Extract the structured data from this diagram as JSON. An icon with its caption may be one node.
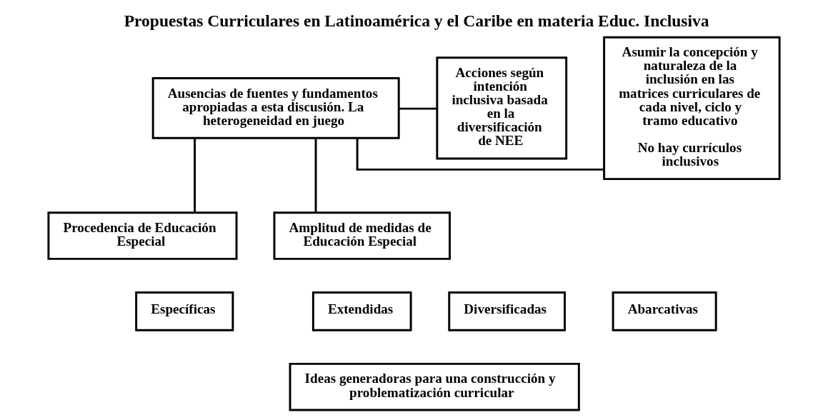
{
  "diagram": {
    "title": "Propuestas Curriculares en Latinoamérica y el Caribe en materia Educ. Inclusiva",
    "nodes": [
      {
        "text": [
          "Ausencias de fuentes y fundamentos apropiadas a esta discusión. La heterogeneidad en juego"
        ]
      },
      {
        "text": [
          "Asumir la concepción y naturaleza de la inclusión en las matrices curriculares de cada nivel, ciclo y tramo educativo",
          "No hay currículos inclusivos"
        ]
      },
      {
        "text": [
          "Acciones según intención inclusiva basada en la diversificación de NEE"
        ]
      },
      {
        "text": [
          "Procedencia de Educación Especial"
        ]
      },
      {
        "text": [
          "Amplitud de medidas de Educación Especial"
        ]
      },
      {
        "text": [
          "Específicas"
        ]
      },
      {
        "text": [
          "Extendidas"
        ]
      },
      {
        "text": [
          "Diversificadas"
        ]
      },
      {
        "text": [
          "Abarcativas"
        ]
      },
      {
        "text": [
          "Ideas generadoras para una construcción y problematización curricular"
        ]
      }
    ],
    "edges": [
      {
        "from": 0,
        "to": 1,
        "arrow": "none"
      },
      {
        "from": 0,
        "to": 2,
        "arrow": "none"
      },
      {
        "from": 0,
        "to": 3,
        "arrow": "none"
      },
      {
        "from": 0,
        "to": 4,
        "arrow": "none"
      }
    ]
  }
}
